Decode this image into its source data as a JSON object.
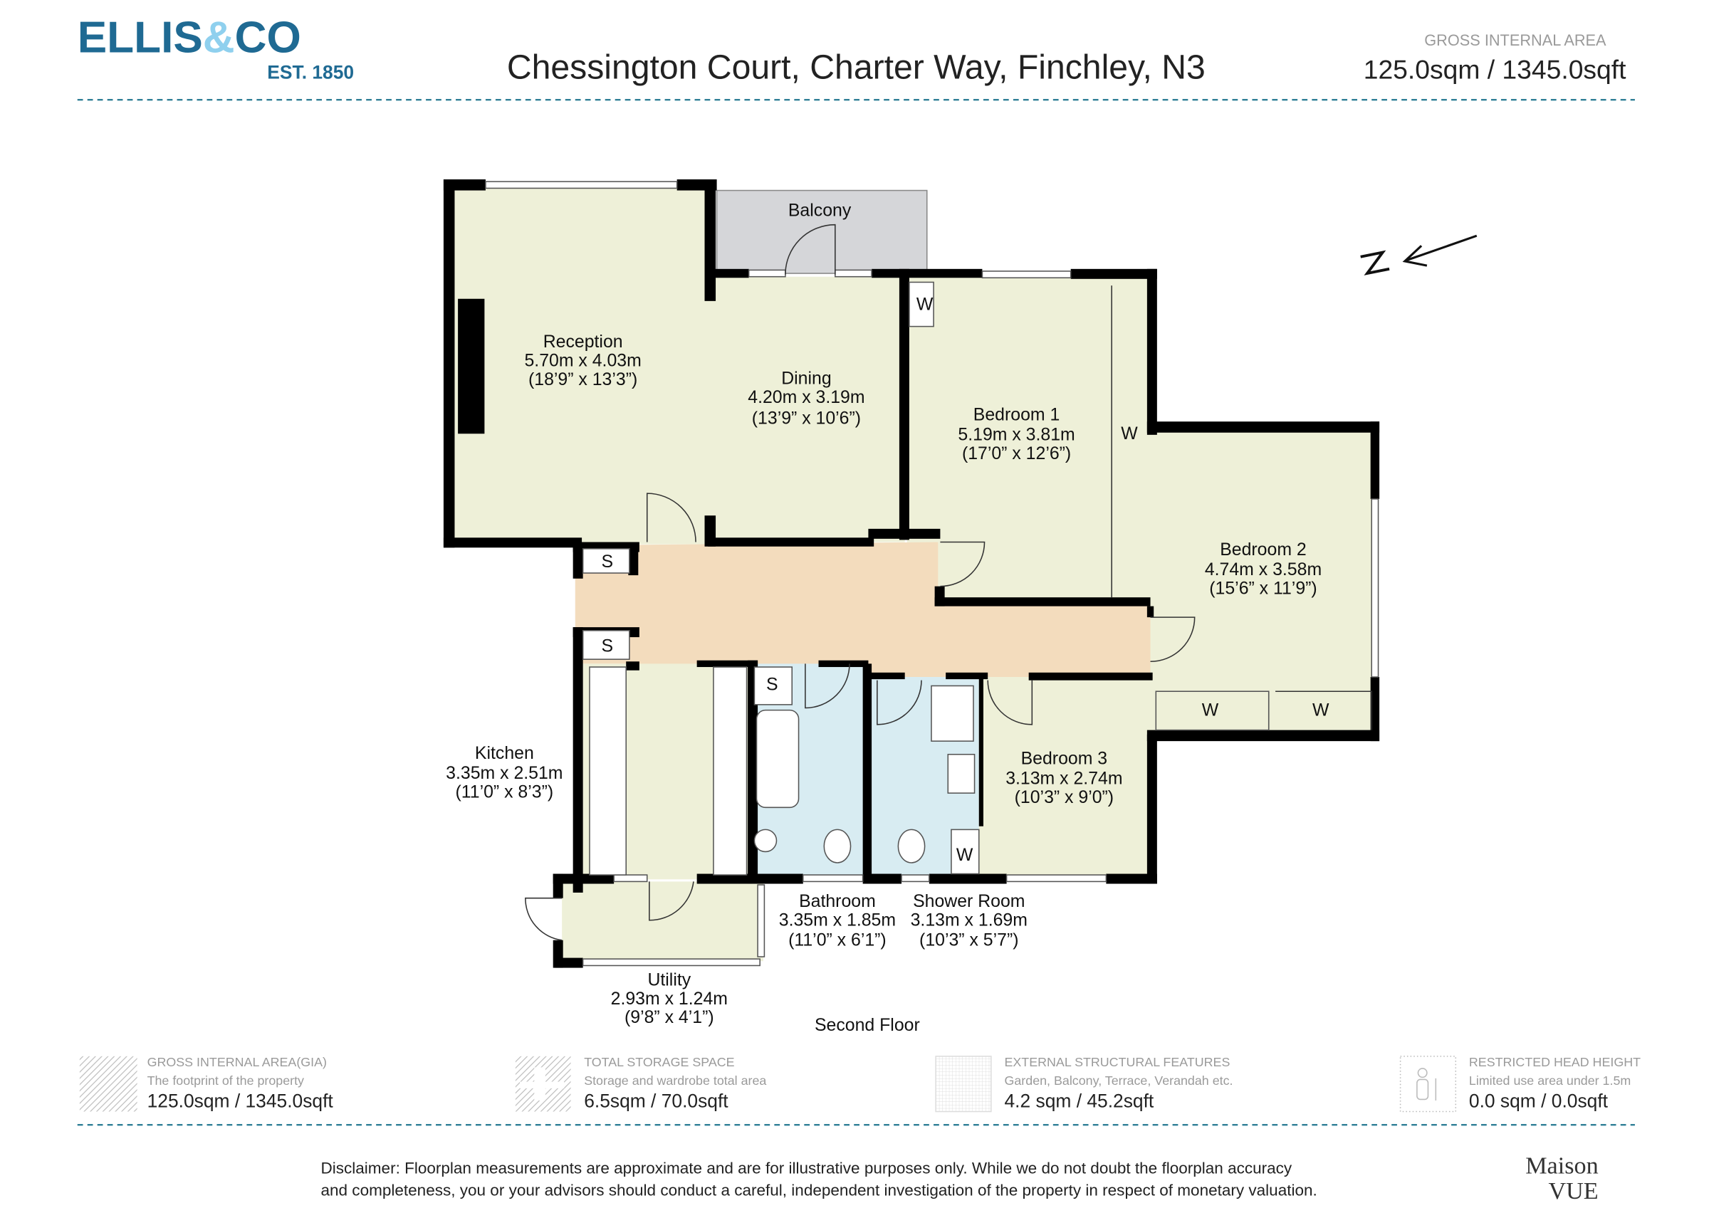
{
  "header": {
    "logo_main": "ELLIS",
    "logo_amp": "&",
    "logo_co": "CO",
    "logo_est": "EST. 1850",
    "title": "Chessington Court, Charter Way, Finchley, N3",
    "gia_label": "GROSS INTERNAL AREA",
    "gia_value": "125.0sqm / 1345.0sqft"
  },
  "colors": {
    "brand_dark": "#1f6a93",
    "brand_light": "#8fd0ee",
    "room_fill": "#eef0d8",
    "hall_fill": "#f3dcbd",
    "wet_fill": "#d8ecf2",
    "balcony_fill": "#d5d6d9"
  },
  "rooms": {
    "balcony": {
      "name": "Balcony"
    },
    "reception": {
      "name": "Reception",
      "metric": "5.70m x 4.03m",
      "imperial": "(18’9” x 13’3”)"
    },
    "dining": {
      "name": "Dining",
      "metric": "4.20m x 3.19m",
      "imperial": "(13’9” x 10’6”)"
    },
    "bedroom1": {
      "name": "Bedroom 1",
      "metric": "5.19m x 3.81m",
      "imperial": "(17’0” x 12’6”)"
    },
    "bedroom2": {
      "name": "Bedroom 2",
      "metric": "4.74m x 3.58m",
      "imperial": "(15’6” x 11’9”)"
    },
    "bedroom3": {
      "name": "Bedroom 3",
      "metric": "3.13m x 2.74m",
      "imperial": "(10’3” x 9’0”)"
    },
    "kitchen": {
      "name": "Kitchen",
      "metric": "3.35m x 2.51m",
      "imperial": "(11’0” x 8’3”)"
    },
    "bathroom": {
      "name": "Bathroom",
      "metric": "3.35m x 1.85m",
      "imperial": "(11’0” x 6’1”)"
    },
    "shower": {
      "name": "Shower Room",
      "metric": "3.13m x 1.69m",
      "imperial": "(10’3” x 5’7”)"
    },
    "utility": {
      "name": "Utility",
      "metric": "2.93m x 1.24m",
      "imperial": "(9’8” x 4’1”)"
    },
    "storage_label": "S",
    "wardrobe_label": "W"
  },
  "floor_label": "Second Floor",
  "compass_label": "N",
  "legend": [
    {
      "title": "GROSS INTERNAL AREA(GIA)",
      "desc": "The footprint of the property",
      "value": "125.0sqm / 1345.0sqft",
      "icon": "diagonal-hatch-icon"
    },
    {
      "title": "TOTAL STORAGE SPACE",
      "desc": "Storage and wardrobe total area",
      "value": "6.5sqm / 70.0sqft",
      "icon": "storage-hatch-icon"
    },
    {
      "title": "EXTERNAL STRUCTURAL FEATURES",
      "desc": "Garden, Balcony, Terrace, Verandah etc.",
      "value": "4.2 sqm / 45.2sqft",
      "icon": "grid-hatch-icon"
    },
    {
      "title": "RESTRICTED HEAD HEIGHT",
      "desc": "Limited use area under 1.5m",
      "value": "0.0 sqm / 0.0sqft",
      "icon": "person-icon"
    }
  ],
  "disclaimer": {
    "line1": "Disclaimer: Floorplan measurements are approximate and are for illustrative purposes only. While we do not doubt the floorplan accuracy",
    "line2": "and completeness, you or your advisors should conduct a careful, independent investigation of the property in respect of monetary valuation."
  },
  "maison": {
    "line1": "Maison",
    "line2": "VUE"
  }
}
